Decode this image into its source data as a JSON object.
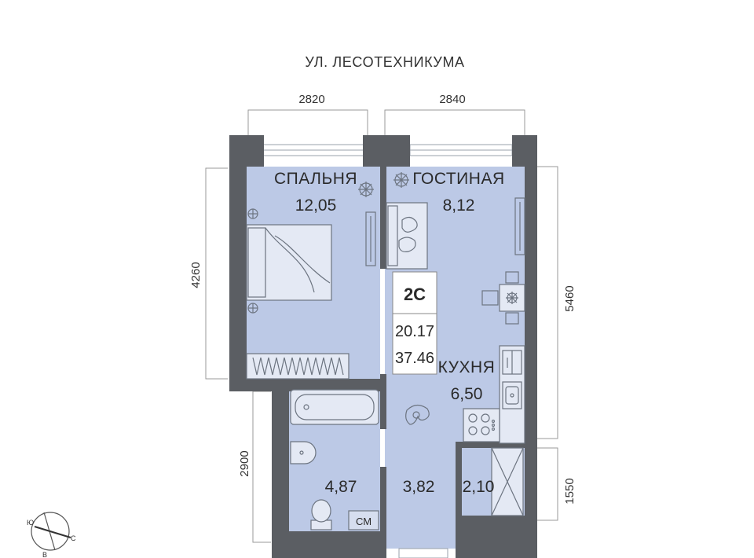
{
  "street": {
    "label": "УЛ. ЛЕСОТЕХНИКУМА"
  },
  "dimensions": {
    "top_left": "2820",
    "top_right": "2840",
    "left_upper": "4260",
    "left_lower": "2900",
    "right_upper": "5460",
    "right_lower": "1550"
  },
  "rooms": {
    "bedroom": {
      "name": "СПАЛЬНЯ",
      "area": "12,05"
    },
    "living": {
      "name": "ГОСТИНАЯ",
      "area": "8,12"
    },
    "kitchen": {
      "name": "КУХНЯ",
      "area": "6,50"
    },
    "bathroom": {
      "area": "4,87"
    },
    "hall": {
      "area": "3,82"
    },
    "storage": {
      "area": "2,10"
    },
    "washer_label": "СМ"
  },
  "apartment": {
    "type": "2С",
    "living_area": "20.17",
    "total_area": "37.46"
  },
  "compass": {
    "west": "Ю",
    "east": "С",
    "south": "В"
  },
  "colors": {
    "room_fill": "#bcc9e6",
    "wall": "#5b5e63",
    "furniture_stroke": "#6c7480"
  }
}
